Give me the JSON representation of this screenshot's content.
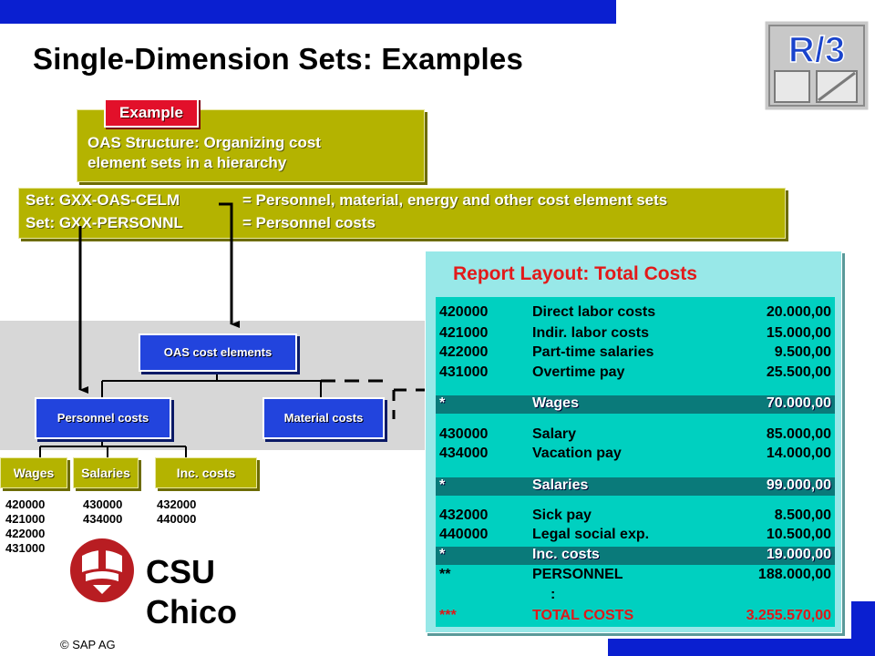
{
  "title": "Single-Dimension Sets: Examples",
  "logo": {
    "label": "R/3"
  },
  "example": {
    "tab_label": "Example",
    "text_line1": "OAS Structure: Organizing cost",
    "text_line2": "element sets in a hierarchy"
  },
  "sets": [
    {
      "key": "Set: GXX-OAS-CELM",
      "value": "= Personnel, material, energy and other cost element sets"
    },
    {
      "key": "Set: GXX-PERSONNL",
      "value": "= Personnel costs"
    }
  ],
  "hierarchy": {
    "root": "OAS cost elements",
    "children": [
      "Personnel costs",
      "Material costs"
    ],
    "leaves": [
      "Wages",
      "Salaries",
      "Inc. costs"
    ],
    "codes": {
      "wages": [
        "420000",
        "421000",
        "422000",
        "431000"
      ],
      "salaries": [
        "430000",
        "434000"
      ],
      "inc": [
        "432000",
        "440000"
      ]
    }
  },
  "branding": {
    "line1": "CSU",
    "line2": "Chico",
    "copyright": "© SAP AG"
  },
  "report": {
    "title": "Report Layout: Total Costs",
    "rows": [
      {
        "code": "420000",
        "desc": "Direct labor costs",
        "amount": "20.000,00",
        "kind": "item"
      },
      {
        "code": "421000",
        "desc": "Indir. labor costs",
        "amount": "15.000,00",
        "kind": "item"
      },
      {
        "code": "422000",
        "desc": "Part-time salaries",
        "amount": "9.500,00",
        "kind": "item"
      },
      {
        "code": "431000",
        "desc": "Overtime pay",
        "amount": "25.500,00",
        "kind": "item"
      },
      {
        "code": "*",
        "desc": "Wages",
        "amount": "70.000,00",
        "kind": "sum"
      },
      {
        "code": "430000",
        "desc": "Salary",
        "amount": "85.000,00",
        "kind": "item"
      },
      {
        "code": "434000",
        "desc": "Vacation pay",
        "amount": "14.000,00",
        "kind": "item"
      },
      {
        "code": "*",
        "desc": "Salaries",
        "amount": "99.000,00",
        "kind": "sum"
      },
      {
        "code": "432000",
        "desc": "Sick pay",
        "amount": "8.500,00",
        "kind": "item"
      },
      {
        "code": "440000",
        "desc": "Legal social exp.",
        "amount": "10.500,00",
        "kind": "item"
      },
      {
        "code": "*",
        "desc": "Inc. costs",
        "amount": "19.000,00",
        "kind": "sum"
      },
      {
        "code": "**",
        "desc": "PERSONNEL",
        "amount": "188.000,00",
        "kind": "item"
      },
      {
        "code": "",
        "desc": ":",
        "amount": "",
        "kind": "item"
      },
      {
        "code": "***",
        "desc": "TOTAL COSTS",
        "amount": "3.255.570,00",
        "kind": "red"
      }
    ]
  }
}
